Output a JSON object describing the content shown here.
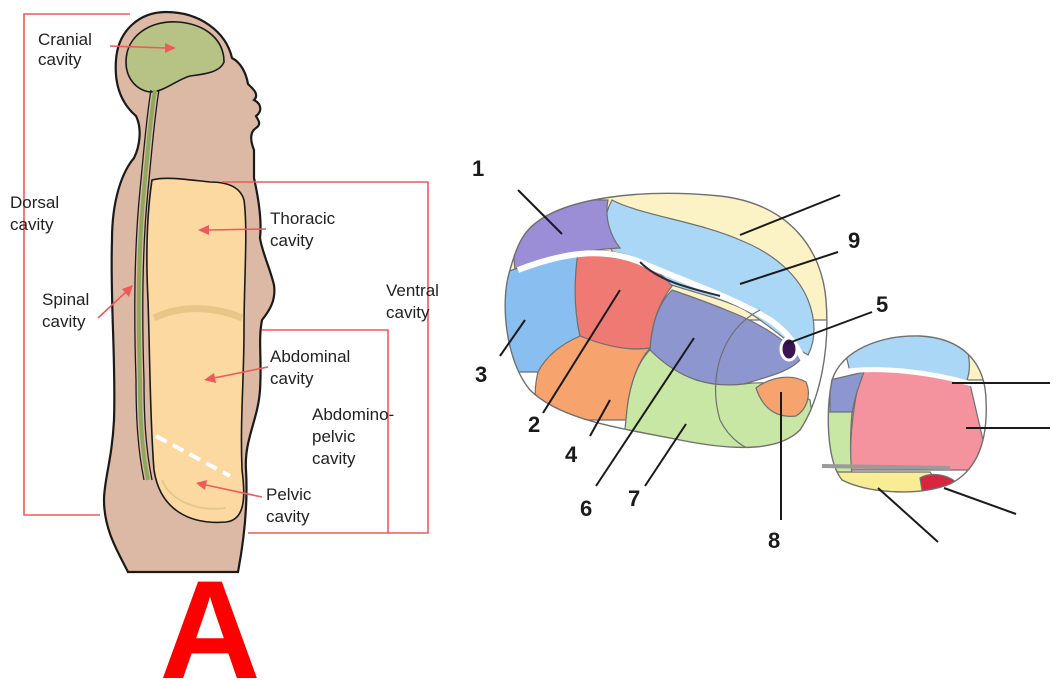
{
  "colors": {
    "skin": "#dcb9a5",
    "outline": "#1a1a1a",
    "cranial": "#b7c285",
    "ventral": "#fdd9a2",
    "bracket": "#ee5a5a",
    "letter": "#ff0000"
  },
  "human_figure": {
    "labels": {
      "cranial": [
        "Cranial",
        "cavity"
      ],
      "dorsal": [
        "Dorsal",
        "cavity"
      ],
      "thoracic": [
        "Thoracic",
        "cavity"
      ],
      "spinal": [
        "Spinal",
        "cavity"
      ],
      "ventral": [
        "Ventral",
        "cavity"
      ],
      "abdominal": [
        "Abdominal",
        "cavity"
      ],
      "abdominopelvic": [
        "Abdomino-",
        "pelvic",
        "cavity"
      ],
      "pelvic": [
        "Pelvic",
        "cavity"
      ]
    },
    "panel_letter": "A"
  },
  "embryo_figure": {
    "numbers": [
      "1",
      "2",
      "3",
      "4",
      "5",
      "6",
      "7",
      "8",
      "9"
    ],
    "region_colors": {
      "purple": "#9b8ed6",
      "blue_light": "#a9d7f5",
      "blue_mid": "#88bff0",
      "cream": "#fbf2c6",
      "red": "#ef7a74",
      "orange": "#f6a36e",
      "slate": "#8e96cf",
      "green": "#c8e6a4",
      "pink": "#f4929d",
      "yellow": "#f8ec94",
      "crimson": "#d9253d",
      "dark_purple": "#3a1352"
    }
  }
}
